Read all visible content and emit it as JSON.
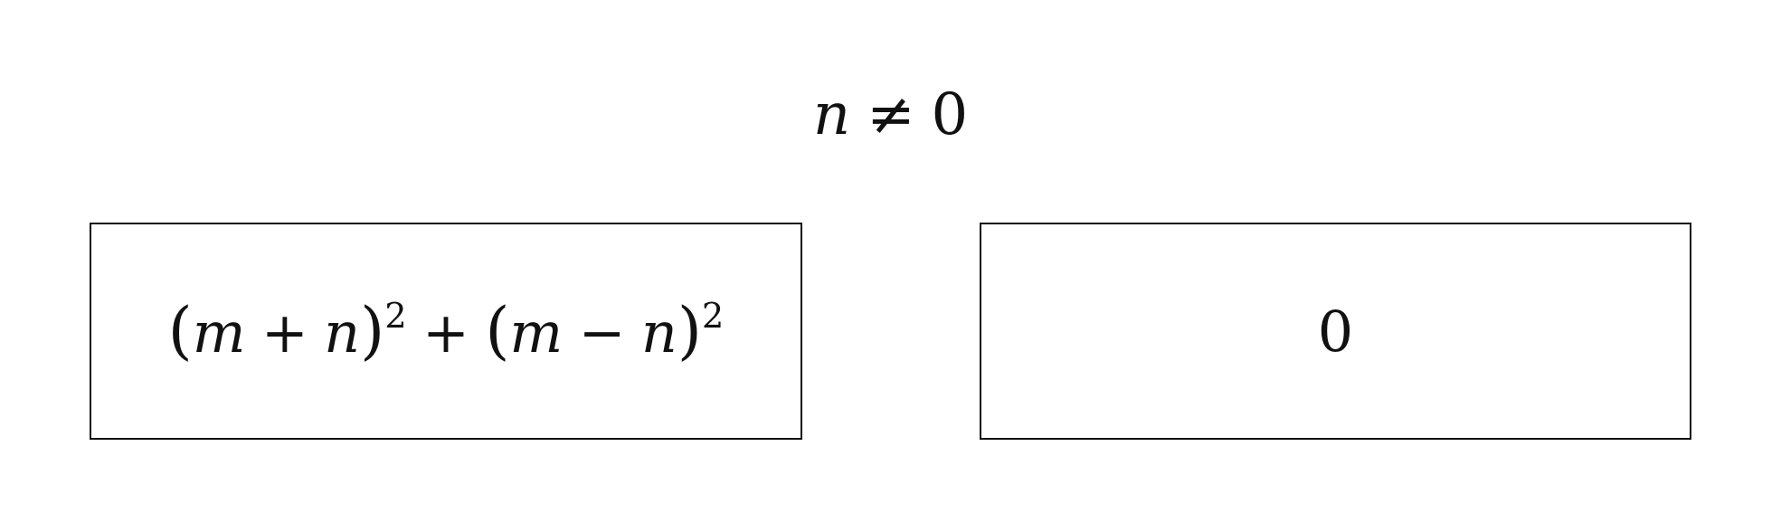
{
  "condition": {
    "variable": "n",
    "relation": "≠",
    "value": "0"
  },
  "boxes": [
    {
      "terms": [
        {
          "open": "(",
          "a": "m",
          "op": "+",
          "b": "n",
          "close": ")",
          "power": "2"
        },
        {
          "join": "+"
        },
        {
          "open": "(",
          "a": "m",
          "op": "−",
          "b": "n",
          "close": ")",
          "power": "2"
        }
      ]
    },
    {
      "value": "0"
    }
  ]
}
